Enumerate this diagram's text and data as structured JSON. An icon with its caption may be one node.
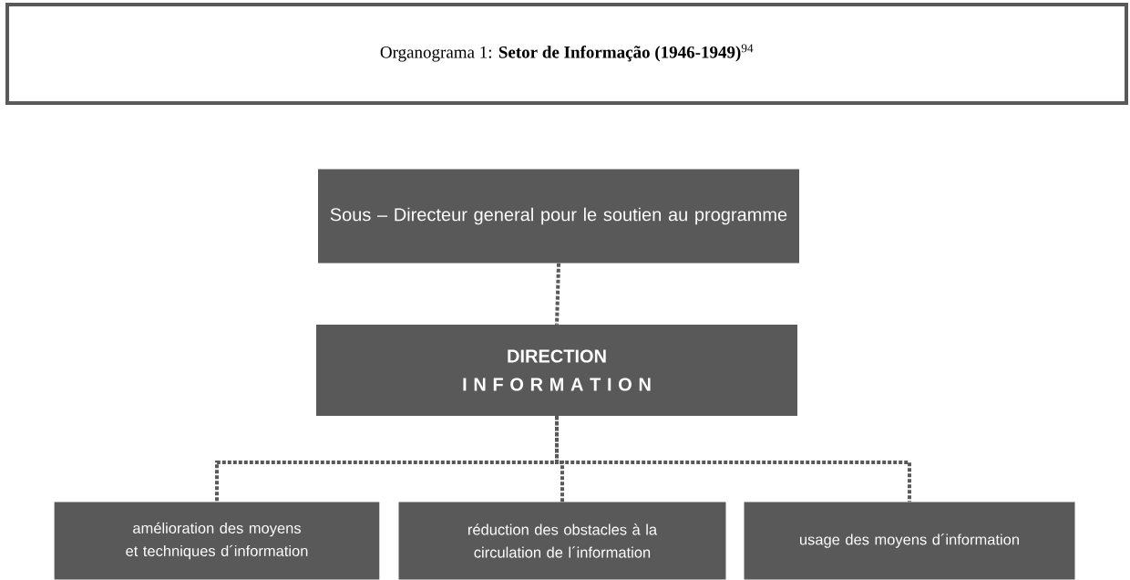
{
  "diagram": {
    "title": "Organograma 1: **Setor de Informação (1946-1949)**$^{94}$",
    "nodes": [
      {
        "text": [
          "Sous – Directeur general pour le soutien au programme"
        ]
      },
      {
        "text": [
          "DIRECTION",
          "I N F O R M A T I O N"
        ]
      },
      {
        "text": [
          "amélioration des moyens et techniques d´information"
        ]
      },
      {
        "text": [
          "réduction des obstacles à la circulation de l´information"
        ]
      },
      {
        "text": [
          "usage des moyens d´information"
        ]
      }
    ],
    "edges": [
      {
        "from": 0,
        "to": 1,
        "arrow": "none",
        "style": "dashed"
      },
      {
        "from": 1,
        "to": 2,
        "arrow": "none",
        "style": "dashed"
      },
      {
        "from": 1,
        "to": 3,
        "arrow": "none",
        "style": "dashed"
      },
      {
        "from": 1,
        "to": 4,
        "arrow": "none",
        "style": "dashed"
      }
    ]
  }
}
